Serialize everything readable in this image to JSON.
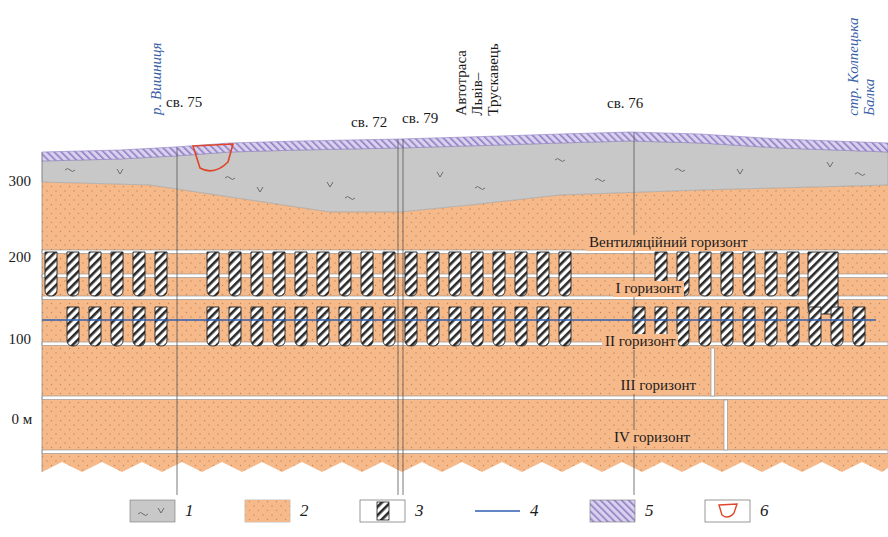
{
  "diagram": {
    "labels": [
      "р. Вишниця",
      "св. 75",
      "св. 72",
      "св. 79",
      "Автотраса Львів– Трускавець",
      "св. 76",
      "стр. Колпецька Балка",
      "300",
      "200",
      "100",
      "0 м",
      "Вентиляційний горизонт",
      "I горизонт",
      "II горизонт",
      "III горизонт",
      "IV горизонт"
    ],
    "legend": [
      {
        "text": "1",
        "color": "#c8c8c8"
      },
      {
        "text": "2",
        "color": "#f6b98a"
      },
      {
        "text": "3"
      },
      {
        "text": "4"
      },
      {
        "text": "5"
      },
      {
        "text": "6"
      }
    ]
  }
}
